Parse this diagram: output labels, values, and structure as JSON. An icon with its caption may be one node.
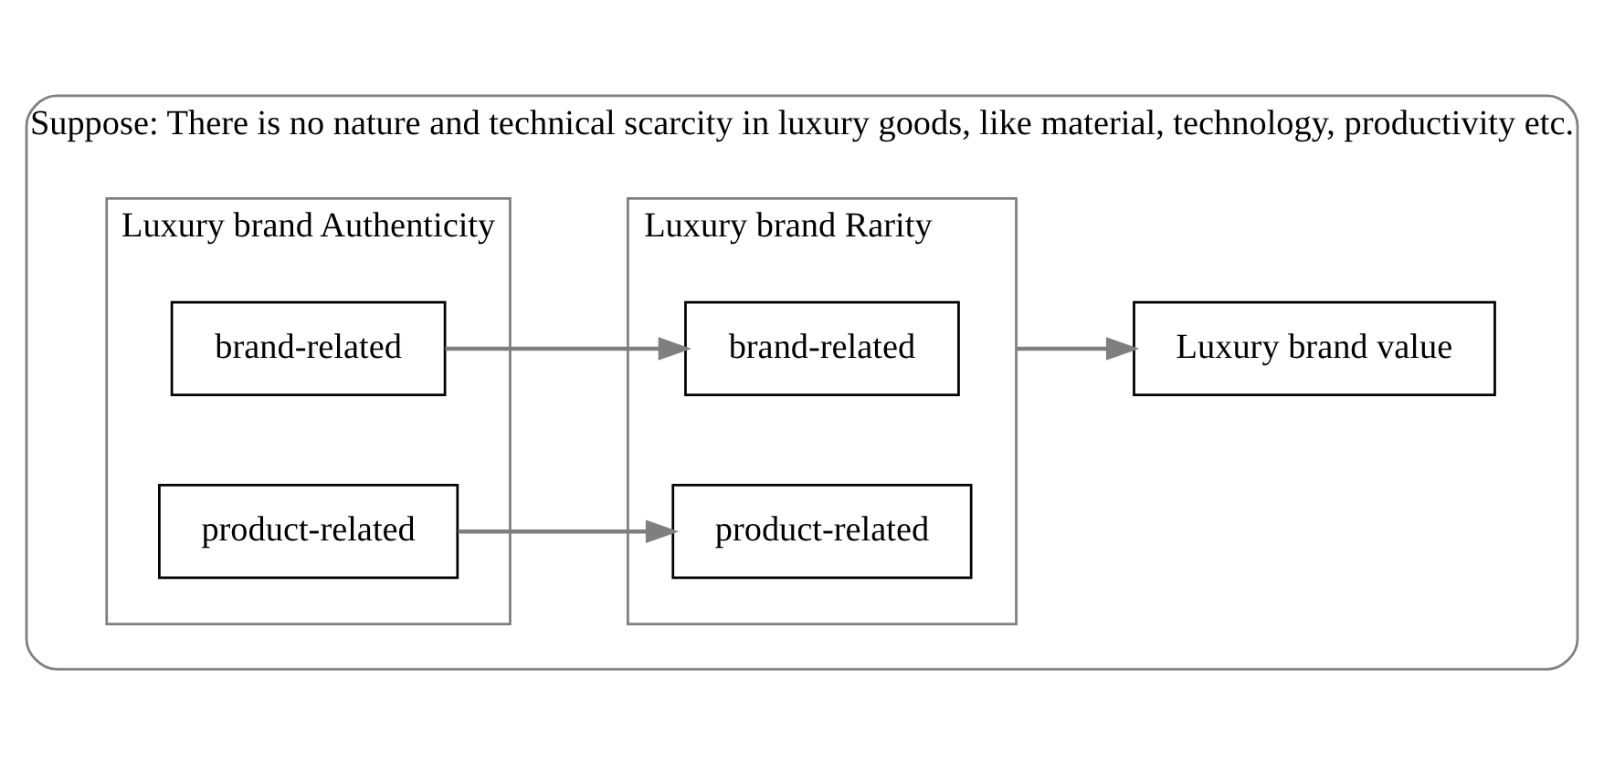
{
  "diagram": {
    "nodes": [
      {
        "text": [
          "Suppose: There is no nature and technical scarcity in luxury goods, like material, technology, productivity etc."
        ]
      },
      {
        "text": [
          "Luxury brand Authenticity"
        ],
        "in": 0
      },
      {
        "text": [
          "brand-related"
        ],
        "in": 1
      },
      {
        "text": [
          "product-related"
        ],
        "in": 1
      },
      {
        "text": [
          "Luxury brand Rarity"
        ],
        "in": 0
      },
      {
        "text": [
          "brand-related"
        ],
        "in": 4
      },
      {
        "text": [
          "product-related"
        ],
        "in": 4
      },
      {
        "text": [
          "Luxury brand value"
        ],
        "in": 0
      }
    ],
    "edges": [
      {
        "from": 2,
        "to": 5,
        "arrow": "to"
      },
      {
        "from": 3,
        "to": 6,
        "arrow": "to"
      },
      {
        "from": 4,
        "to": 7,
        "arrow": "to"
      }
    ]
  }
}
